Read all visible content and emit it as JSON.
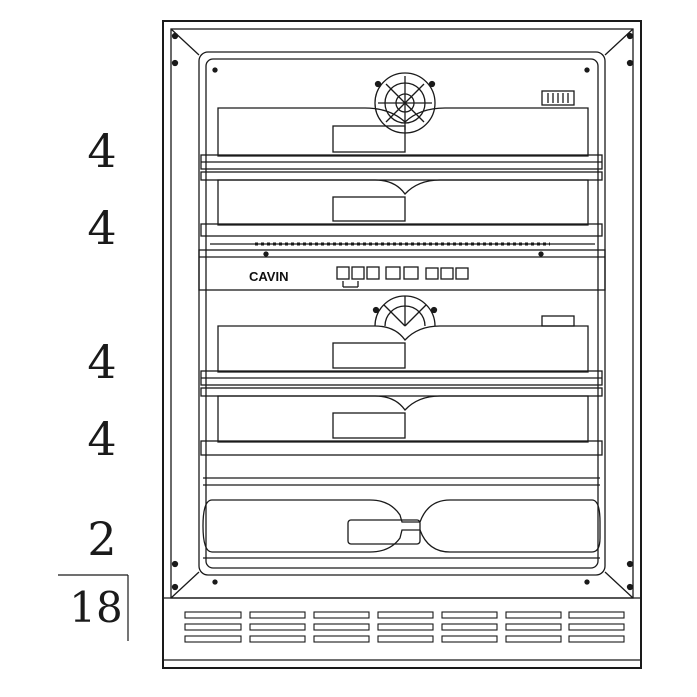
{
  "brand": "CAVIN",
  "shelf_capacities": [
    {
      "id": "shelf-1",
      "value": "4"
    },
    {
      "id": "shelf-2",
      "value": "4"
    },
    {
      "id": "shelf-3",
      "value": "4"
    },
    {
      "id": "shelf-4",
      "value": "4"
    },
    {
      "id": "floor",
      "value": "2"
    }
  ],
  "total_capacity": "18"
}
